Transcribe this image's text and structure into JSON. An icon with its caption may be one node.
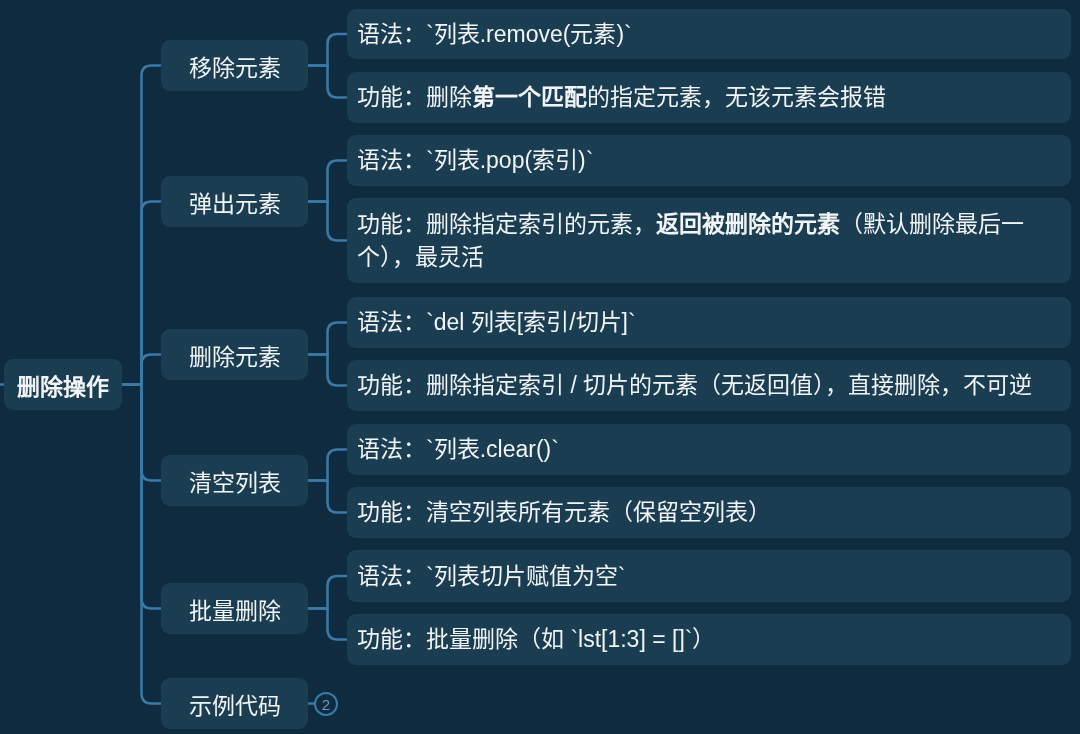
{
  "diagram": {
    "nodes": [
      {
        "text": [
          "删除操作"
        ]
      },
      {
        "text": [
          "移除元素"
        ]
      },
      {
        "text": [
          "语法：`列表.remove(元素)`"
        ]
      },
      {
        "text": [
          "功能：删除**第一个匹配**的指定元素，无该元素会报错"
        ]
      },
      {
        "text": [
          "弹出元素"
        ]
      },
      {
        "text": [
          "语法：`列表.pop(索引)`"
        ]
      },
      {
        "text": [
          "功能：删除指定索引的元素，**返回被删除的元素**（默认删除最后一个），最灵活"
        ]
      },
      {
        "text": [
          "删除元素"
        ]
      },
      {
        "text": [
          "语法：`del 列表[索引/切片]`"
        ]
      },
      {
        "text": [
          "功能：删除指定索引 / 切片的元素（无返回值），直接删除，不可逆"
        ]
      },
      {
        "text": [
          "清空列表"
        ]
      },
      {
        "text": [
          "语法：`列表.clear()`"
        ]
      },
      {
        "text": [
          "功能：清空列表所有元素（保留空列表）"
        ]
      },
      {
        "text": [
          "批量删除"
        ]
      },
      {
        "text": [
          "语法：`列表切片赋值为空`"
        ]
      },
      {
        "text": [
          "功能：批量删除（如 `lst[1:3] = []`）"
        ]
      },
      {
        "text": [
          "示例代码"
        ]
      },
      {
        "text": [
          "2"
        ]
      }
    ],
    "edges": [
      {
        "from": null,
        "to": 0,
        "arrow": "none"
      },
      {
        "from": 0,
        "to": 1,
        "arrow": "none"
      },
      {
        "from": 0,
        "to": 4,
        "arrow": "none"
      },
      {
        "from": 0,
        "to": 7,
        "arrow": "none"
      },
      {
        "from": 0,
        "to": 10,
        "arrow": "none"
      },
      {
        "from": 0,
        "to": 13,
        "arrow": "none"
      },
      {
        "from": 0,
        "to": 16,
        "arrow": "none"
      },
      {
        "from": 1,
        "to": 2,
        "arrow": "none"
      },
      {
        "from": 1,
        "to": 3,
        "arrow": "none"
      },
      {
        "from": 4,
        "to": 5,
        "arrow": "none"
      },
      {
        "from": 4,
        "to": 6,
        "arrow": "none"
      },
      {
        "from": 7,
        "to": 8,
        "arrow": "none"
      },
      {
        "from": 7,
        "to": 9,
        "arrow": "none"
      },
      {
        "from": 10,
        "to": 11,
        "arrow": "none"
      },
      {
        "from": 10,
        "to": 12,
        "arrow": "none"
      },
      {
        "from": 13,
        "to": 14,
        "arrow": "none"
      },
      {
        "from": 13,
        "to": 15,
        "arrow": "none"
      },
      {
        "from": 16,
        "to": 17,
        "arrow": "none"
      }
    ]
  }
}
